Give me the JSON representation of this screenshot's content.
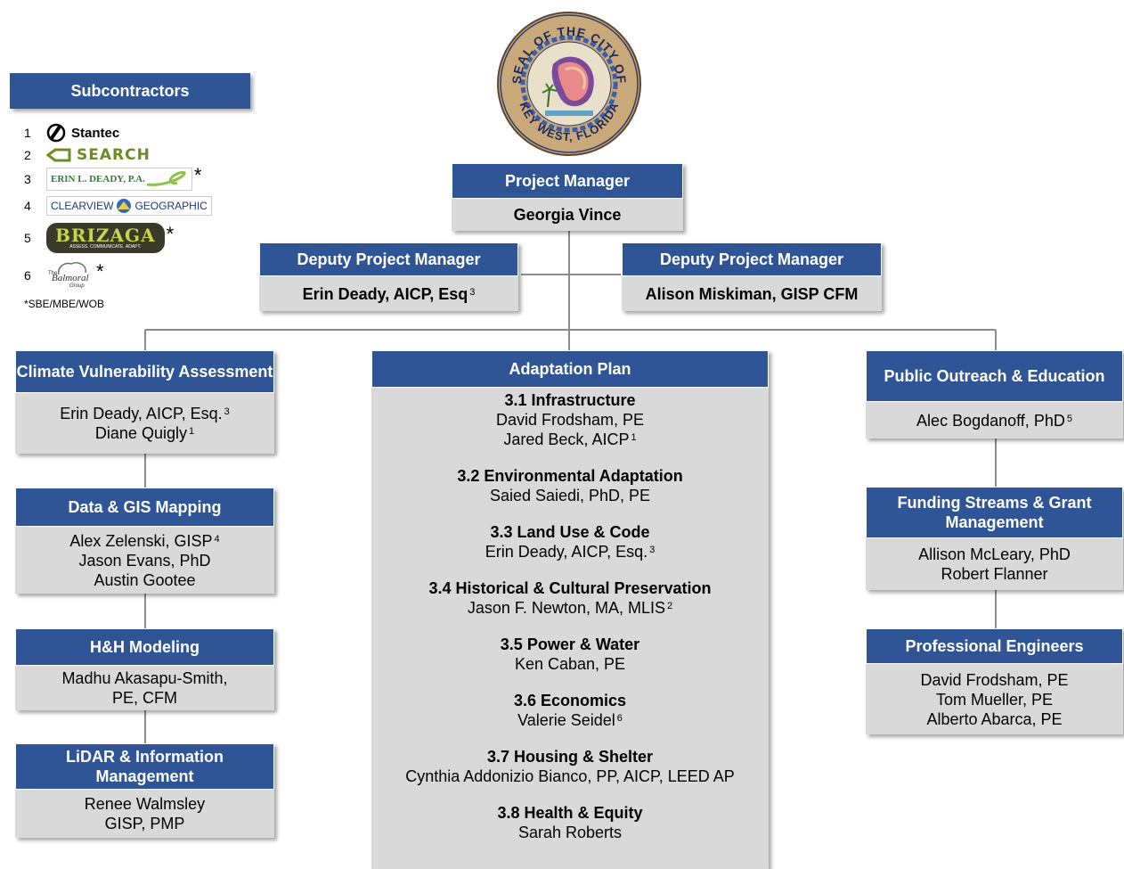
{
  "seal": {
    "text_top": "SEAL OF THE CITY OF",
    "text_bottom": "KEY WEST, FLORIDA"
  },
  "subcontractors": {
    "title": "Subcontractors",
    "items": [
      {
        "num": "1",
        "name": "Stantec",
        "star": ""
      },
      {
        "num": "2",
        "name": "SEARCH",
        "star": ""
      },
      {
        "num": "3",
        "name": "ERIN L. DEADY, P.A.",
        "star": "*"
      },
      {
        "num": "4",
        "name_a": "CLEARVIEW",
        "name_b": "GEOGRAPHIC",
        "star": ""
      },
      {
        "num": "5",
        "name": "BRIZAGA",
        "tagline": "ASSESS. COMMUNICATE. ADAPT.",
        "star": "*"
      },
      {
        "num": "6",
        "name": "Balmoral",
        "tagline": "Group",
        "pre": "The",
        "star": "*"
      }
    ],
    "note": "*SBE/MBE/WOB"
  },
  "project_manager": {
    "title": "Project Manager",
    "name": "Georgia Vince"
  },
  "deputy_left": {
    "title": "Deputy Project Manager",
    "name": "Erin Deady, AICP, Esq",
    "sup": "3"
  },
  "deputy_right": {
    "title": "Deputy Project Manager",
    "name": "Alison Miskiman, GISP CFM"
  },
  "left_column": [
    {
      "title": "Climate Vulnerability Assessment",
      "lines": [
        {
          "text": "Erin Deady, AICP, Esq.",
          "sup": "3"
        },
        {
          "text": "Diane Quigly",
          "sup": "1"
        }
      ]
    },
    {
      "title": "Data & GIS Mapping",
      "lines": [
        {
          "text": "Alex Zelenski, GISP",
          "sup": "4"
        },
        {
          "text": "Jason Evans, PhD",
          "sup": ""
        },
        {
          "text": "Austin Gootee",
          "sup": ""
        }
      ]
    },
    {
      "title": "H&H Modeling",
      "lines": [
        {
          "text": "Madhu Akasapu-Smith,",
          "sup": ""
        },
        {
          "text": "PE, CFM",
          "sup": ""
        }
      ]
    },
    {
      "title": "LiDAR & Information Management",
      "lines": [
        {
          "text": "Renee Walmsley",
          "sup": ""
        },
        {
          "text": "GISP, PMP",
          "sup": ""
        }
      ]
    }
  ],
  "adaptation_plan": {
    "title": "Adaptation Plan",
    "sections": [
      {
        "title": "3.1 Infrastructure",
        "lines": [
          {
            "text": "David Frodsham, PE",
            "sup": ""
          },
          {
            "text": "Jared Beck, AICP",
            "sup": "1"
          }
        ]
      },
      {
        "title": "3.2 Environmental Adaptation",
        "lines": [
          {
            "text": "Saied Saiedi, PhD, PE",
            "sup": ""
          }
        ]
      },
      {
        "title": "3.3 Land Use & Code",
        "lines": [
          {
            "text": "Erin Deady, AICP, Esq.",
            "sup": "3"
          }
        ]
      },
      {
        "title": "3.4 Historical & Cultural  Preservation",
        "lines": [
          {
            "text": "Jason F. Newton, MA, MLIS",
            "sup": "2"
          }
        ]
      },
      {
        "title": "3.5 Power & Water",
        "lines": [
          {
            "text": "Ken Caban, PE",
            "sup": ""
          }
        ]
      },
      {
        "title": "3.6 Economics",
        "lines": [
          {
            "text": "Valerie Seidel",
            "sup": "6"
          }
        ]
      },
      {
        "title": "3.7 Housing & Shelter",
        "lines": [
          {
            "text": "Cynthia  Addonizio Bianco, PP, AICP, LEED AP",
            "sup": ""
          }
        ]
      },
      {
        "title": "3.8 Health & Equity",
        "lines": [
          {
            "text": "Sarah Roberts",
            "sup": ""
          }
        ]
      }
    ]
  },
  "right_column": [
    {
      "title": "Public Outreach & Education",
      "lines": [
        {
          "text": "Alec Bogdanoff, PhD",
          "sup": "5"
        }
      ]
    },
    {
      "title": "Funding Streams & Grant Management",
      "lines": [
        {
          "text": "Allison McLeary, PhD",
          "sup": ""
        },
        {
          "text": "Robert Flanner",
          "sup": ""
        }
      ]
    },
    {
      "title": "Professional Engineers",
      "lines": [
        {
          "text": "David Frodsham, PE",
          "sup": ""
        },
        {
          "text": "Tom Mueller, PE",
          "sup": ""
        },
        {
          "text": "Alberto Abarca, PE",
          "sup": ""
        }
      ]
    }
  ],
  "colors": {
    "header": "#2f5597",
    "body": "#d9d9d9",
    "connector": "#8c8c8c"
  }
}
